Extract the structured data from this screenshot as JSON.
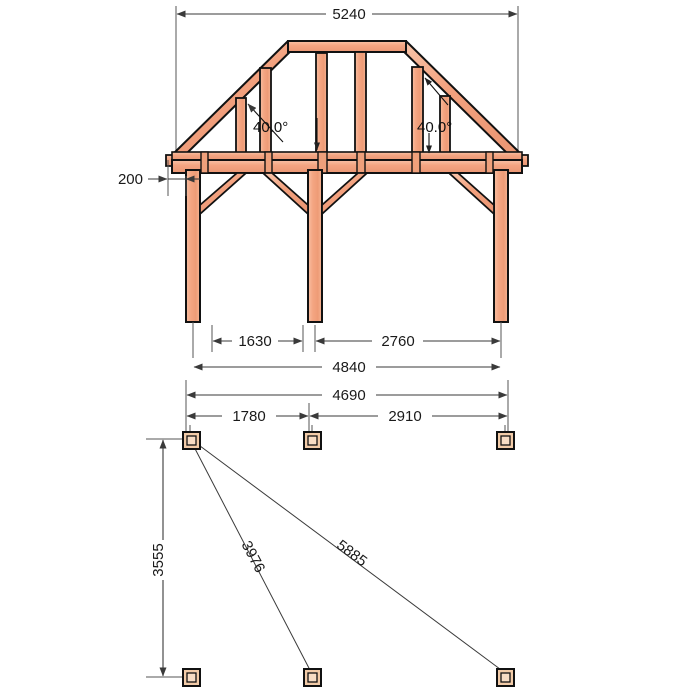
{
  "drawing": {
    "title": "Timber carport elevation and foundation plan",
    "units": "mm",
    "colors": {
      "timber_fill": "#F4A582",
      "timber_light": "#F7BC9E",
      "timber_dark": "#E8906A",
      "outline": "#111111",
      "dimension_line": "#4d4d4d",
      "background": "#FFFFFF",
      "pad_fill": "#F2CBA8"
    }
  },
  "elevation": {
    "overall_width_label": "5240",
    "eave_offset_label": "200",
    "roof_pitch_left": "40.0°",
    "roof_pitch_right": "40.0°",
    "post_spacing_left": "1630",
    "post_spacing_right": "2760",
    "post_centres_total": "4840"
  },
  "plan": {
    "overall_length_label": "4690",
    "span_left_label": "1780",
    "span_right_label": "2910",
    "depth_label": "3555",
    "diagonal_short_label": "3976",
    "diagonal_long_label": "5885",
    "pad_count": 6
  },
  "dimension_values": {
    "d5240": "5240",
    "d200": "200",
    "d1630": "1630",
    "d2760": "2760",
    "d4840": "4840",
    "d4690": "4690",
    "d1780": "1780",
    "d2910": "2910",
    "d3555": "3555",
    "d3976": "3976",
    "d5885": "5885",
    "a40l": "40.0°",
    "a40r": "40.0°"
  }
}
